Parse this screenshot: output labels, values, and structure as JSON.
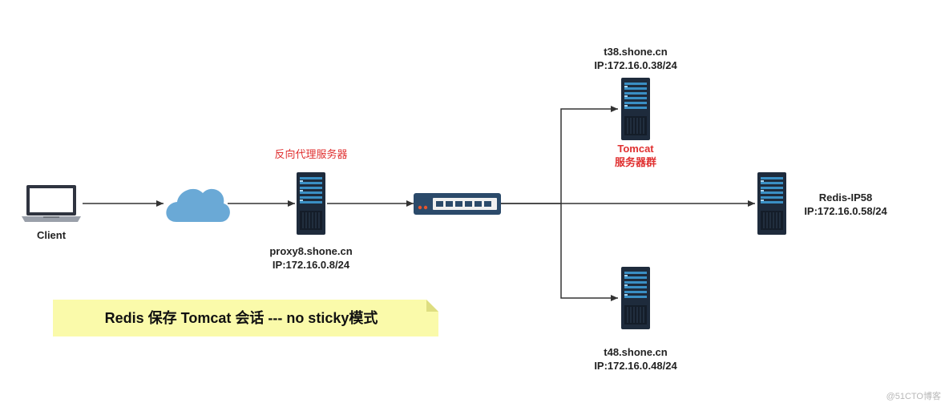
{
  "labels": {
    "client": "Client",
    "proxy_role": "反向代理服务器",
    "proxy_host": "proxy8.shone.cn",
    "proxy_ip": "IP:172.16.0.8/24",
    "t38_host": "t38.shone.cn",
    "t38_ip": "IP:172.16.0.38/24",
    "tomcat_group_line1": "Tomcat",
    "tomcat_group_line2": "服务器群",
    "redis_host": "Redis-IP58",
    "redis_ip": "IP:172.16.0.58/24",
    "t48_host": "t48.shone.cn",
    "t48_ip": "IP:172.16.0.48/24"
  },
  "note": {
    "text": "Redis 保存 Tomcat 会话 --- no sticky模式"
  },
  "watermark": "@51CTO博客",
  "icons": [
    "laptop-icon",
    "cloud-icon",
    "server-icon",
    "switch-icon"
  ],
  "colors": {
    "server_body": "#1e2b3c",
    "server_accent": "#3a8fc4",
    "cloud": "#6aa9d6",
    "switch_body": "#2b4a6a",
    "note_fill": "#fafaaa",
    "edge": "#333333",
    "accent_red": "#e03030"
  }
}
